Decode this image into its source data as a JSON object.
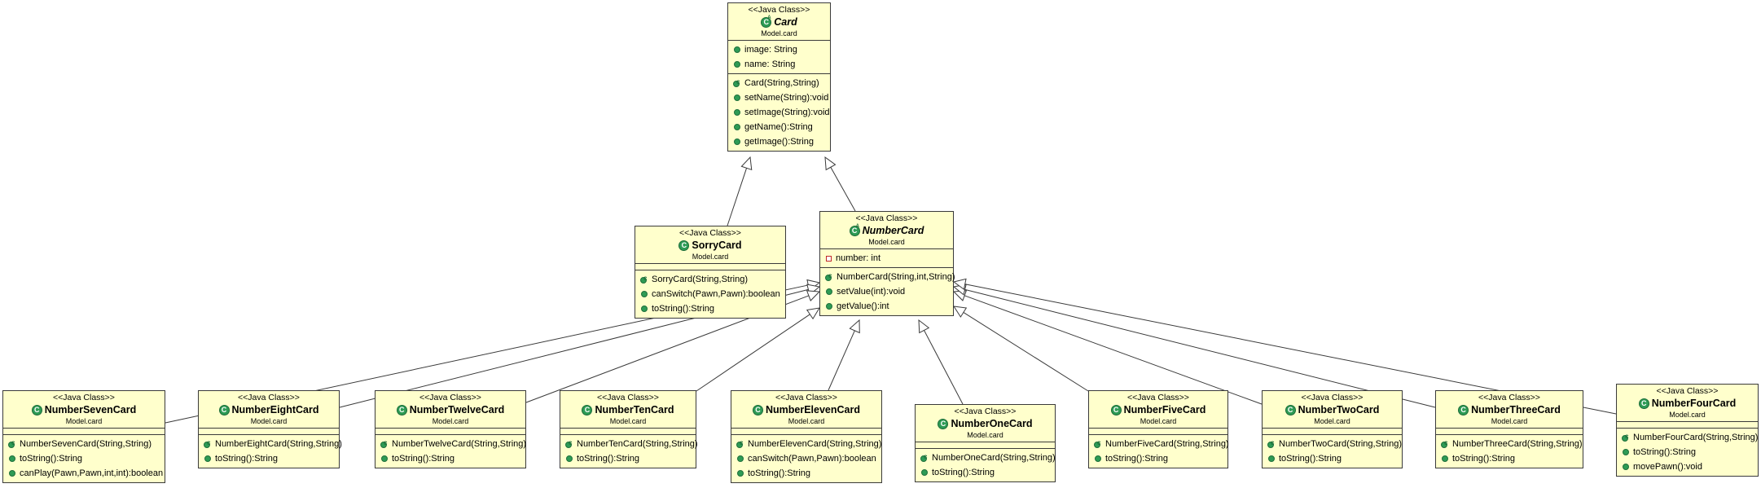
{
  "stereotype": "<<Java Class>>",
  "classes": {
    "card": {
      "name": "Card",
      "package": "Model.card",
      "icon": "abstract-class-icon",
      "fields": [
        {
          "text": "image: String",
          "vis": "public"
        },
        {
          "text": "name: String",
          "vis": "public"
        }
      ],
      "methods": [
        {
          "text": "Card(String,String)",
          "kind": "constructor"
        },
        {
          "text": "setName(String):void",
          "kind": "public"
        },
        {
          "text": "setImage(String):void",
          "kind": "public"
        },
        {
          "text": "getName():String",
          "kind": "public"
        },
        {
          "text": "getImage():String",
          "kind": "public"
        }
      ]
    },
    "sorry": {
      "name": "SorryCard",
      "package": "Model.card",
      "icon": "class-icon",
      "fields": [],
      "methods": [
        {
          "text": "SorryCard(String,String)",
          "kind": "constructor"
        },
        {
          "text": "canSwitch(Pawn,Pawn):boolean",
          "kind": "public"
        },
        {
          "text": "toString():String",
          "kind": "public"
        }
      ]
    },
    "number": {
      "name": "NumberCard",
      "package": "Model.card",
      "icon": "abstract-class-icon",
      "fields": [
        {
          "text": "number: int",
          "vis": "private"
        }
      ],
      "methods": [
        {
          "text": "NumberCard(String,int,String)",
          "kind": "constructor"
        },
        {
          "text": "setValue(int):void",
          "kind": "public"
        },
        {
          "text": "getValue():int",
          "kind": "public"
        }
      ]
    },
    "seven": {
      "name": "NumberSevenCard",
      "package": "Model.card",
      "icon": "class-icon",
      "fields": [],
      "methods": [
        {
          "text": "NumberSevenCard(String,String)",
          "kind": "constructor"
        },
        {
          "text": "toString():String",
          "kind": "public"
        },
        {
          "text": "canPlay(Pawn,Pawn,int,int):boolean",
          "kind": "public"
        }
      ]
    },
    "eight": {
      "name": "NumberEightCard",
      "package": "Model.card",
      "icon": "class-icon",
      "fields": [],
      "methods": [
        {
          "text": "NumberEightCard(String,String)",
          "kind": "constructor"
        },
        {
          "text": "toString():String",
          "kind": "public"
        }
      ]
    },
    "twelve": {
      "name": "NumberTwelveCard",
      "package": "Model.card",
      "icon": "class-icon",
      "fields": [],
      "methods": [
        {
          "text": "NumberTwelveCard(String,String)",
          "kind": "constructor"
        },
        {
          "text": "toString():String",
          "kind": "public"
        }
      ]
    },
    "ten": {
      "name": "NumberTenCard",
      "package": "Model.card",
      "icon": "class-icon",
      "fields": [],
      "methods": [
        {
          "text": "NumberTenCard(String,String)",
          "kind": "constructor"
        },
        {
          "text": "toString():String",
          "kind": "public"
        }
      ]
    },
    "eleven": {
      "name": "NumberElevenCard",
      "package": "Model.card",
      "icon": "class-icon",
      "fields": [],
      "methods": [
        {
          "text": "NumberElevenCard(String,String)",
          "kind": "constructor"
        },
        {
          "text": "canSwitch(Pawn,Pawn):boolean",
          "kind": "public"
        },
        {
          "text": "toString():String",
          "kind": "public"
        }
      ]
    },
    "one": {
      "name": "NumberOneCard",
      "package": "Model.card",
      "icon": "class-icon",
      "fields": [],
      "methods": [
        {
          "text": "NumberOneCard(String,String)",
          "kind": "constructor"
        },
        {
          "text": "toString():String",
          "kind": "public"
        }
      ]
    },
    "five": {
      "name": "NumberFiveCard",
      "package": "Model.card",
      "icon": "class-icon",
      "fields": [],
      "methods": [
        {
          "text": "NumberFiveCard(String,String)",
          "kind": "constructor"
        },
        {
          "text": "toString():String",
          "kind": "public"
        }
      ]
    },
    "two": {
      "name": "NumberTwoCard",
      "package": "Model.card",
      "icon": "class-icon",
      "fields": [],
      "methods": [
        {
          "text": "NumberTwoCard(String,String)",
          "kind": "constructor"
        },
        {
          "text": "toString():String",
          "kind": "public"
        }
      ]
    },
    "three": {
      "name": "NumberThreeCard",
      "package": "Model.card",
      "icon": "class-icon",
      "fields": [],
      "methods": [
        {
          "text": "NumberThreeCard(String,String)",
          "kind": "constructor"
        },
        {
          "text": "toString():String",
          "kind": "public"
        }
      ]
    },
    "four": {
      "name": "NumberFourCard",
      "package": "Model.card",
      "icon": "class-icon",
      "fields": [],
      "methods": [
        {
          "text": "NumberFourCard(String,String)",
          "kind": "constructor"
        },
        {
          "text": "toString():String",
          "kind": "public"
        },
        {
          "text": "movePawn():void",
          "kind": "public"
        }
      ]
    }
  },
  "inheritance": [
    {
      "child": "sorry",
      "parent": "card"
    },
    {
      "child": "number",
      "parent": "card"
    },
    {
      "child": "seven",
      "parent": "number"
    },
    {
      "child": "eight",
      "parent": "number"
    },
    {
      "child": "twelve",
      "parent": "number"
    },
    {
      "child": "ten",
      "parent": "number"
    },
    {
      "child": "eleven",
      "parent": "number"
    },
    {
      "child": "one",
      "parent": "number"
    },
    {
      "child": "five",
      "parent": "number"
    },
    {
      "child": "two",
      "parent": "number"
    },
    {
      "child": "three",
      "parent": "number"
    },
    {
      "child": "four",
      "parent": "number"
    }
  ],
  "colors": {
    "box_fill": "#ffffcc",
    "border": "#3a3a3a",
    "icon_green": "#2e9b55",
    "private_red": "#c02828"
  }
}
